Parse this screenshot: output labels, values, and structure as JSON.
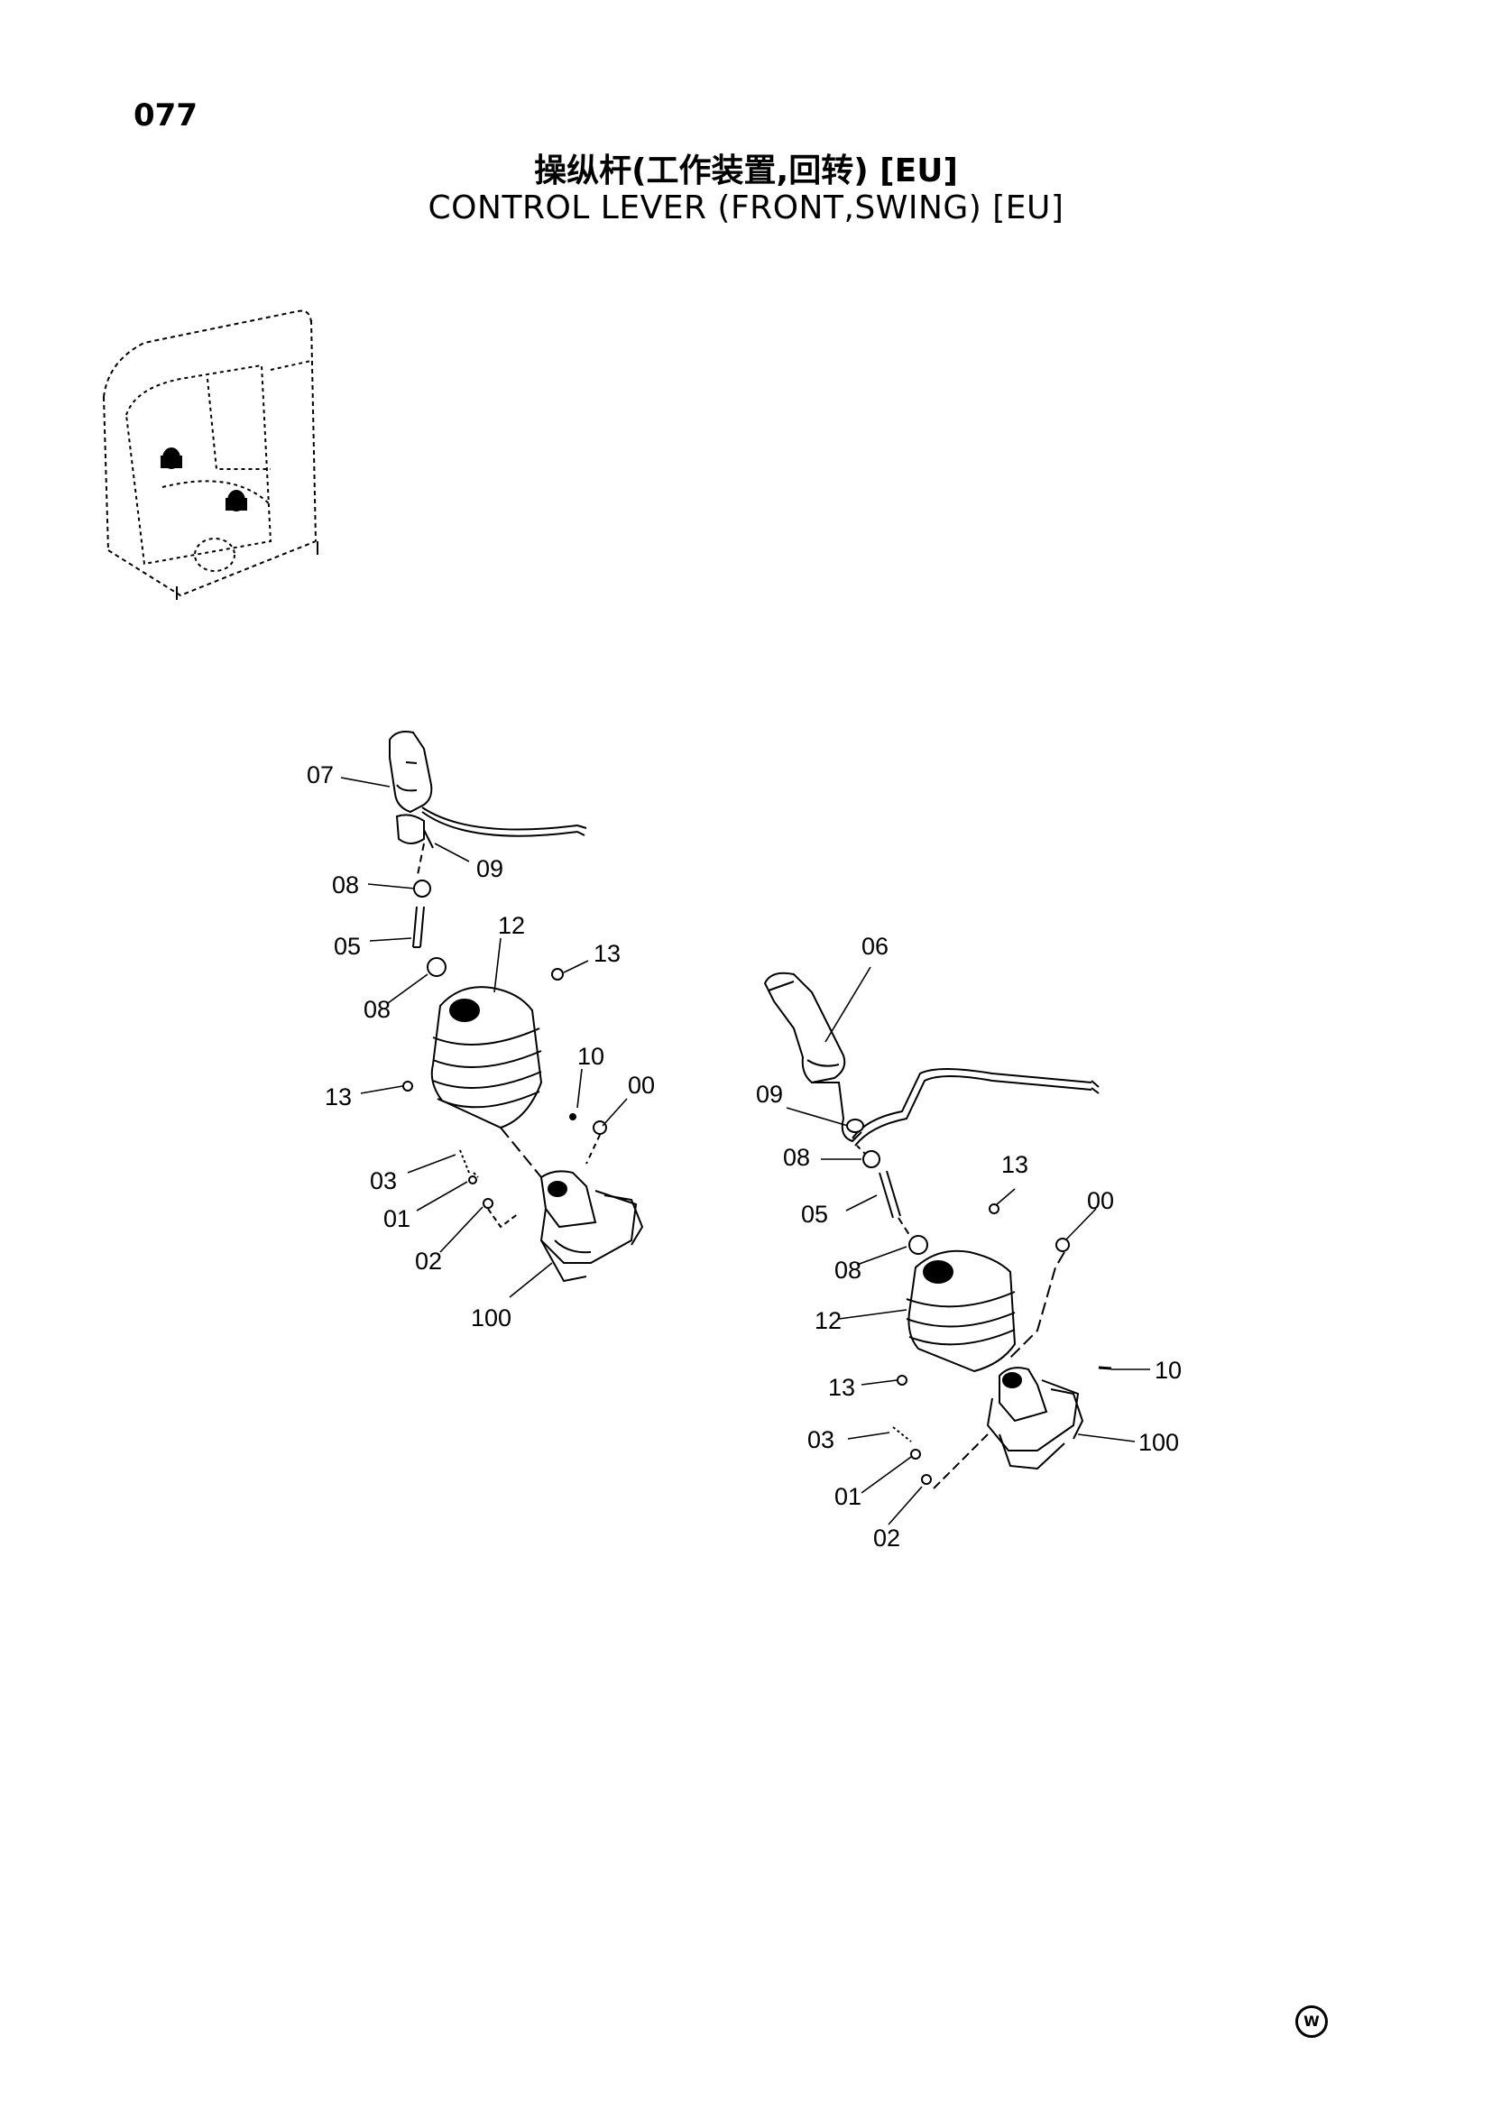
{
  "page_number": "077",
  "title_cn": "操纵杆(工作装置,回转) [EU]",
  "title_en": "CONTROL  LEVER  (FRONT,SWING) [EU]",
  "labels_left": {
    "l07": "07",
    "l09": "09",
    "l08a": "08",
    "l05": "05",
    "l12": "12",
    "l13a": "13",
    "l08b": "08",
    "l10": "10",
    "l00": "00",
    "l13b": "13",
    "l03": "03",
    "l01": "01",
    "l02": "02",
    "l100": "100"
  },
  "labels_right": {
    "r06": "06",
    "r09": "09",
    "r08a": "08",
    "r13a": "13",
    "r00": "00",
    "r05": "05",
    "r08b": "08",
    "r12": "12",
    "r13b": "13",
    "r10": "10",
    "r03": "03",
    "r100": "100",
    "r01": "01",
    "r02": "02"
  },
  "watermark": "W"
}
